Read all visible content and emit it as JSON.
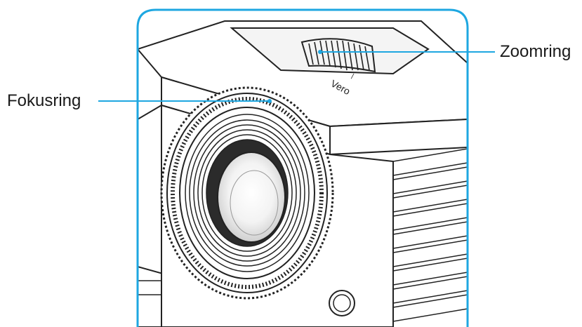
{
  "callouts": {
    "zoom_ring": {
      "label": "Zoomring"
    },
    "focus_ring": {
      "label": "Fokusring"
    }
  },
  "device": {
    "name": "projector",
    "top_printing": "Vero"
  },
  "colors": {
    "frame_border": "#1ea7e1",
    "leader_line": "#1ea7e1",
    "body_fill": "#ffffff",
    "line_art": "#222222",
    "lens_dark": "#2b2b2b"
  }
}
